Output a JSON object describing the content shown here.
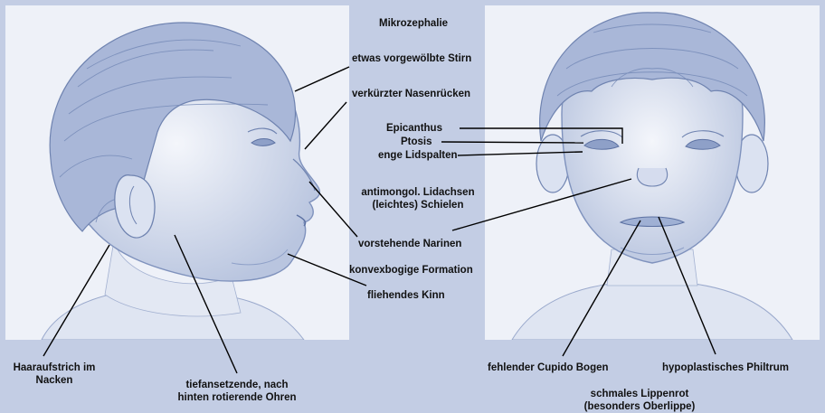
{
  "labels": {
    "mikrozephalie": "Mikrozephalie",
    "stirn": "etwas vorgewölbte Stirn",
    "nasenruecken": "verkürzter Nasenrücken",
    "epicanthus": "Epicanthus",
    "ptosis": "Ptosis",
    "lidspalten": "enge Lidspalten",
    "lidachsen_1": "antimongol. Lidachsen",
    "lidachsen_2": "(leichtes) Schielen",
    "narinen": "vorstehende Narinen",
    "konvexbogig": "konvexbogige Formation",
    "kinn": "fliehendes Kinn",
    "haaraufstrich_1": "Haaraufstrich im",
    "haaraufstrich_2": "Nacken",
    "ohren_1": "tiefansetzende, nach",
    "ohren_2": "hinten rotierende Ohren",
    "cupido": "fehlender Cupido Bogen",
    "philtrum": "hypoplastisches Philtrum",
    "lippenrot_1": "schmales Lippenrot",
    "lippenrot_2": "(besonders Oberlippe)"
  },
  "colors": {
    "background": "#c3cde4",
    "panel": "#e9edf6",
    "sketch": "#6f83b0",
    "leader": "#000000"
  }
}
